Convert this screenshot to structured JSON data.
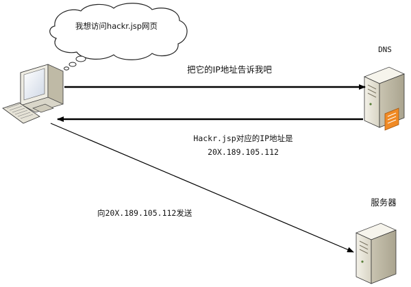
{
  "bubble": {
    "text": "我想访问hackr.jsp网页"
  },
  "nodes": {
    "dns_label": "DNS",
    "server_label": "服务器"
  },
  "messages": {
    "request": "把它的IP地址告诉我吧",
    "reply_line1": "Hackr.jsp对应的IP地址是",
    "reply_line2": "20X.189.105.112",
    "send": "向20X.189.105.112发送"
  },
  "icons": {
    "client": "desktop-computer-icon",
    "dns": "server-tower-icon",
    "server": "server-tower-icon"
  },
  "colors": {
    "line": "#000000",
    "server_body": "#e9e6d9",
    "dns_accent": "#f08a24"
  }
}
